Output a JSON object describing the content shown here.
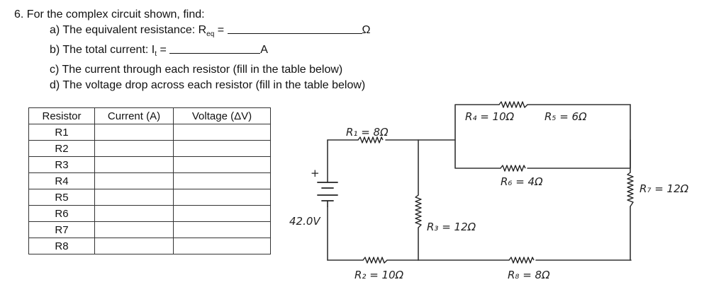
{
  "question": {
    "title": "6. For the complex circuit shown, find:",
    "a_text": "a) The equivalent resistance: R",
    "a_sub": "eq",
    "a_eq": " = ",
    "a_unit": "Ω",
    "b_text": "b) The total current: I",
    "b_sub": "t",
    "b_eq": " = ",
    "b_unit": "A",
    "c_text": "c) The current through each resistor (fill in the table below)",
    "d_text": "d) The voltage drop across each resistor (fill in the table below)"
  },
  "table": {
    "headers": [
      "Resistor",
      "Current (A)",
      "Voltage (ΔV)"
    ],
    "rows": [
      "R1",
      "R2",
      "R3",
      "R4",
      "R5",
      "R6",
      "R7",
      "R8"
    ]
  },
  "circuit": {
    "battery_voltage": "42.0V",
    "plus_sign": "+",
    "labels": {
      "r1": "R₁ = 8Ω",
      "r2": "R₂ = 10Ω",
      "r3": "R₃ = 12Ω",
      "r4": "R₄ = 10Ω",
      "r5": "R₅ = 6Ω",
      "r6": "R₆ = 4Ω",
      "r7": "R₇ = 12Ω",
      "r8": "R₈ = 8Ω"
    }
  }
}
